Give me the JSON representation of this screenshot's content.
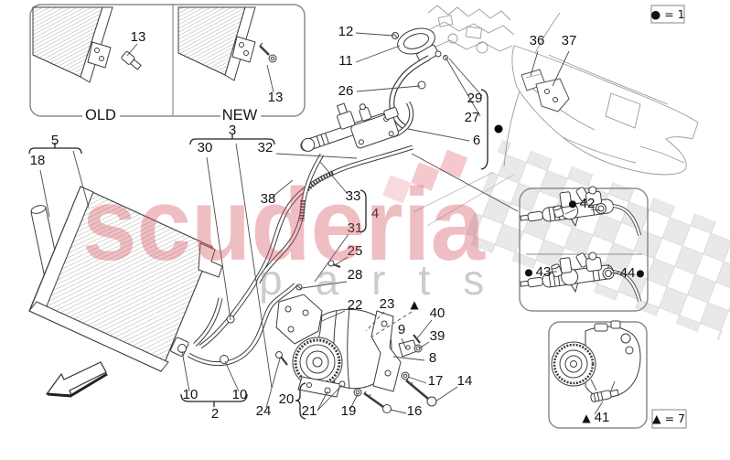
{
  "watermark": {
    "brand": "scuderia",
    "sub": "parts",
    "brand_color": "#d4545e",
    "sub_color": "#8f8f95"
  },
  "legend": {
    "top": "● = 1",
    "bottom": "▲ = 7"
  },
  "symbols": {
    "bullet": "●",
    "triangle": "▲"
  },
  "comparison": {
    "old_label": "OLD",
    "new_label": "NEW"
  },
  "callouts": {
    "n13_old": "13",
    "n13_new": "13",
    "n5": "5",
    "n18": "18",
    "n3": "3",
    "n30": "30",
    "n32": "32",
    "n12": "12",
    "n11": "11",
    "n26": "26",
    "n29": "29",
    "n27": "27",
    "n6": "6",
    "n36": "36",
    "n37": "37",
    "n38": "38",
    "n33": "33",
    "n4": "4",
    "n31": "31",
    "n25": "25",
    "n28": "28",
    "n22": "22",
    "n23": "23",
    "n40": "40",
    "n9": "9",
    "n39": "39",
    "n8": "8",
    "n17": "17",
    "n14": "14",
    "n16": "16",
    "n19": "19",
    "n20": "20",
    "n21": "21",
    "n24": "24",
    "n10_left": "10",
    "n10_right": "10",
    "n2": "2",
    "n42": "42",
    "n43": "43",
    "n44": "44",
    "n41": "41"
  }
}
